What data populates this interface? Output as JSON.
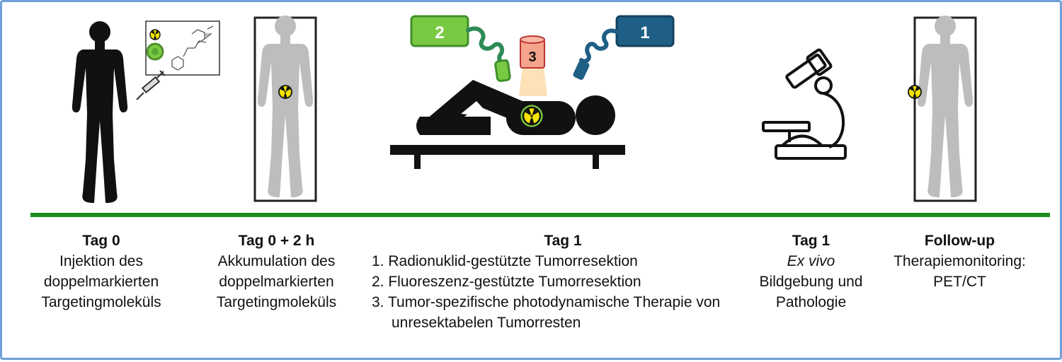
{
  "stages": [
    {
      "title": "Tag 0",
      "lines": [
        "Injektion des",
        "doppelmarkierten",
        "Targetingmoleküls"
      ]
    },
    {
      "title": "Tag 0 + 2 h",
      "lines": [
        "Akkumulation des",
        "doppelmarkierten",
        "Targetingmoleküls"
      ]
    },
    {
      "title": "Tag 1",
      "steps": [
        "1. Radionuklid-gestützte Tumorresektion",
        "2. Fluoreszenz-gestützte Tumorresektion",
        "3. Tumor-spezifische photodynamische Therapie von unresektabelen Tumorresten"
      ]
    },
    {
      "title": "Tag 1",
      "italic": "Ex vivo",
      "lines": [
        "Bildgebung und",
        "Pathologie"
      ]
    },
    {
      "title": "Follow-up",
      "lines": [
        "Therapiemonitoring:",
        "PET/CT"
      ]
    }
  ],
  "devices": {
    "probe_1": "1",
    "probe_2": "2",
    "lamp_3": "3"
  },
  "colors": {
    "timeline": "#1e8a1e",
    "probe_1": "#1f5f86",
    "probe_2": "#7ac943",
    "lamp_3": "#f4a48a",
    "radiation": "#f5e400",
    "fluorescence": "#7ac943",
    "silhouette_dark": "#111111",
    "silhouette_light": "#bdbdbd"
  },
  "icons": [
    "person-silhouette-icon",
    "radiation-icon",
    "molecule-icon",
    "syringe-icon",
    "patient-on-table-icon",
    "gamma-probe-icon",
    "fluorescence-camera-icon",
    "light-source-icon",
    "microscope-icon"
  ]
}
